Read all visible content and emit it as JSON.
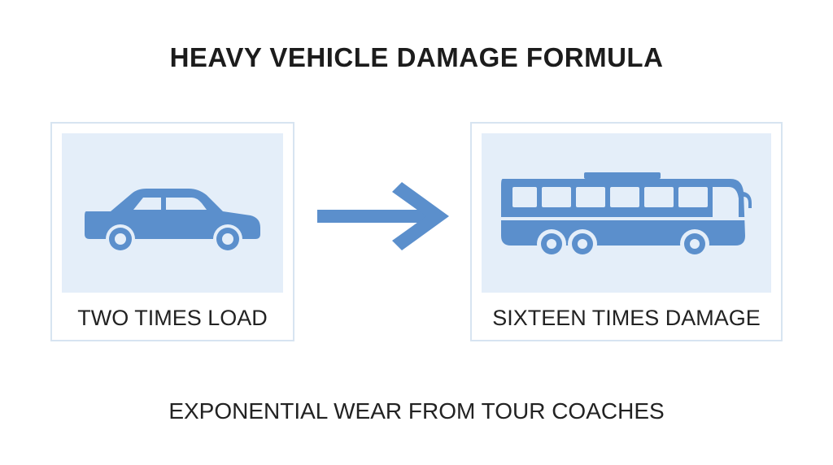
{
  "title": "HEAVY VEHICLE DAMAGE FORMULA",
  "left_panel": {
    "caption": "TWO TIMES LOAD",
    "icon": "car-icon"
  },
  "right_panel": {
    "caption": "SIXTEEN TIMES DAMAGE",
    "icon": "bus-icon"
  },
  "arrow_icon": "arrow-right-icon",
  "footer": "EXPONENTIAL WEAR FROM TOUR COACHES",
  "colors": {
    "accent": "#5b8fcc",
    "panel_fill": "#e4eef9",
    "panel_border": "#d7e4f1",
    "text": "#222222"
  }
}
